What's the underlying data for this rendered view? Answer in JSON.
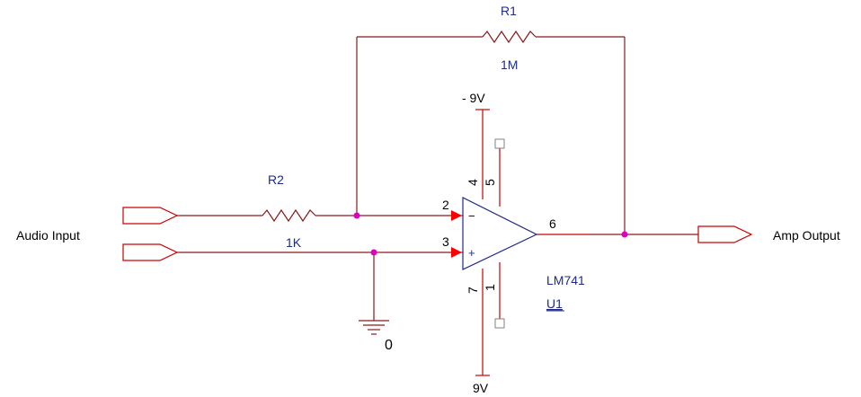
{
  "labels": {
    "r1_ref": "R1",
    "r1_value": "1M",
    "r2_ref": "R2",
    "r2_value": "1K",
    "vneg": "- 9V",
    "vpos": "9V",
    "ground": "0",
    "input": "Audio Input",
    "output": "Amp Output",
    "opamp_model": "LM741",
    "opamp_ref": "U1",
    "pin_inv_symbol": "−",
    "pin_noninv_symbol": "+"
  },
  "pins": {
    "p2": "2",
    "p3": "3",
    "p4": "4",
    "p5": "5",
    "p6": "6",
    "p7": "7",
    "p1": "1"
  },
  "colors": {
    "wire": "#8b1a1a",
    "component": "#1f2a8a",
    "pin_stub": "#cc0000",
    "junction": "#e000c0"
  }
}
